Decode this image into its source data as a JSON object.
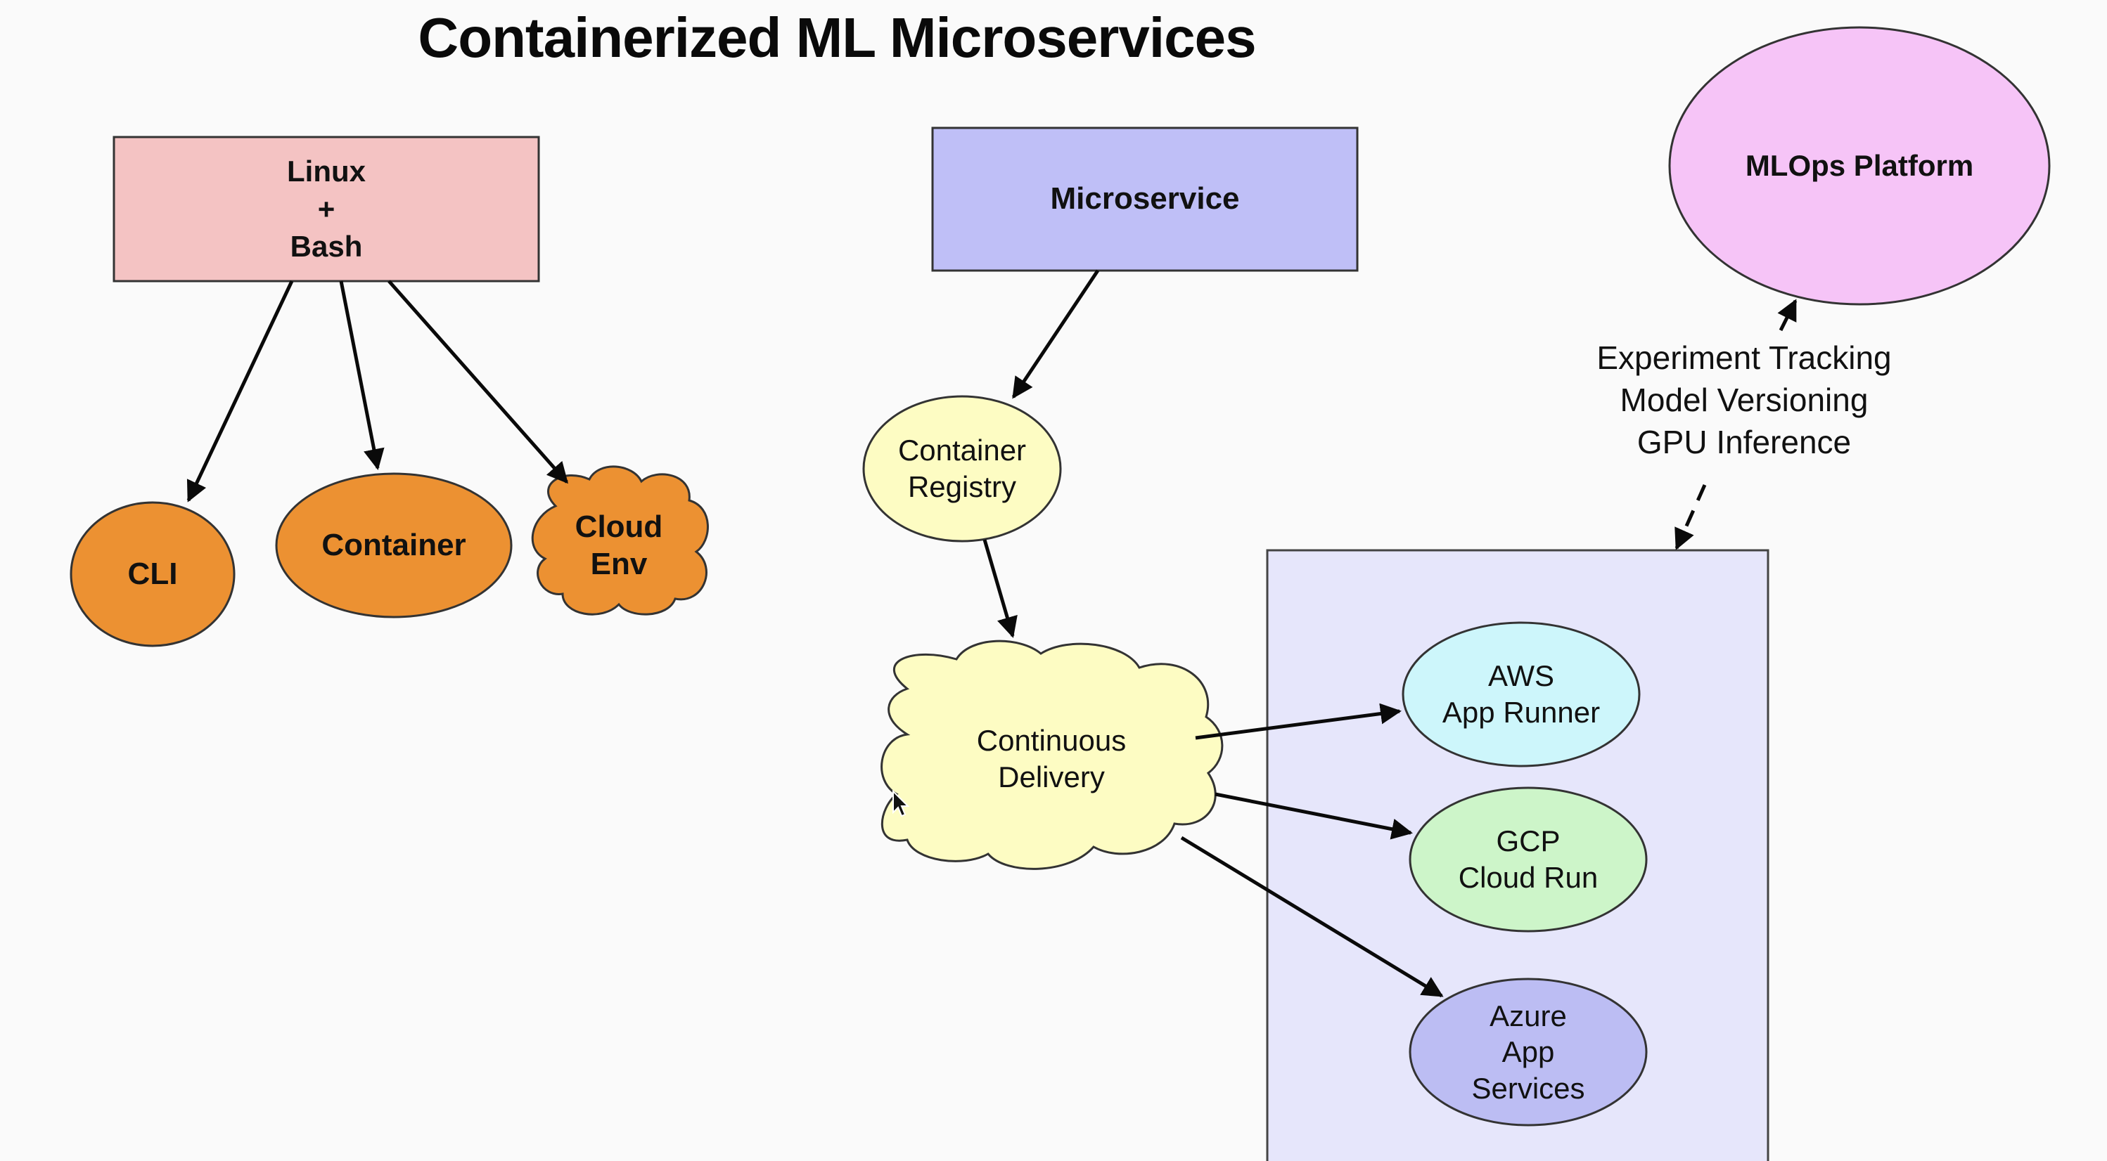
{
  "title": "Containerized ML Microservices",
  "nodes": {
    "linux_bash": "Linux\n+\nBash",
    "cli": "CLI",
    "container": "Container",
    "cloud_env": "Cloud\nEnv",
    "microservice": "Microservice",
    "container_registry": "Container\nRegistry",
    "continuous_delivery": "Continuous\nDelivery",
    "aws": "AWS\nApp Runner",
    "gcp": "GCP\nCloud Run",
    "azure": "Azure\nApp\nServices",
    "mlops": "MLOps Platform"
  },
  "caption": {
    "lines": [
      "Experiment Tracking",
      "Model Versioning",
      "GPU Inference"
    ]
  },
  "colors": {
    "pink_box": "#f4c3c3",
    "orange": "#ec9132",
    "purple_box": "#bfbff7",
    "yellow": "#fdfcc3",
    "lavender_panel": "#e6e6fb",
    "cyan": "#cdf6fb",
    "green": "#cdf5c9",
    "blue_violet": "#bcbdf3",
    "magenta": "#f6c4f7",
    "stroke": "#0a0a0a"
  }
}
